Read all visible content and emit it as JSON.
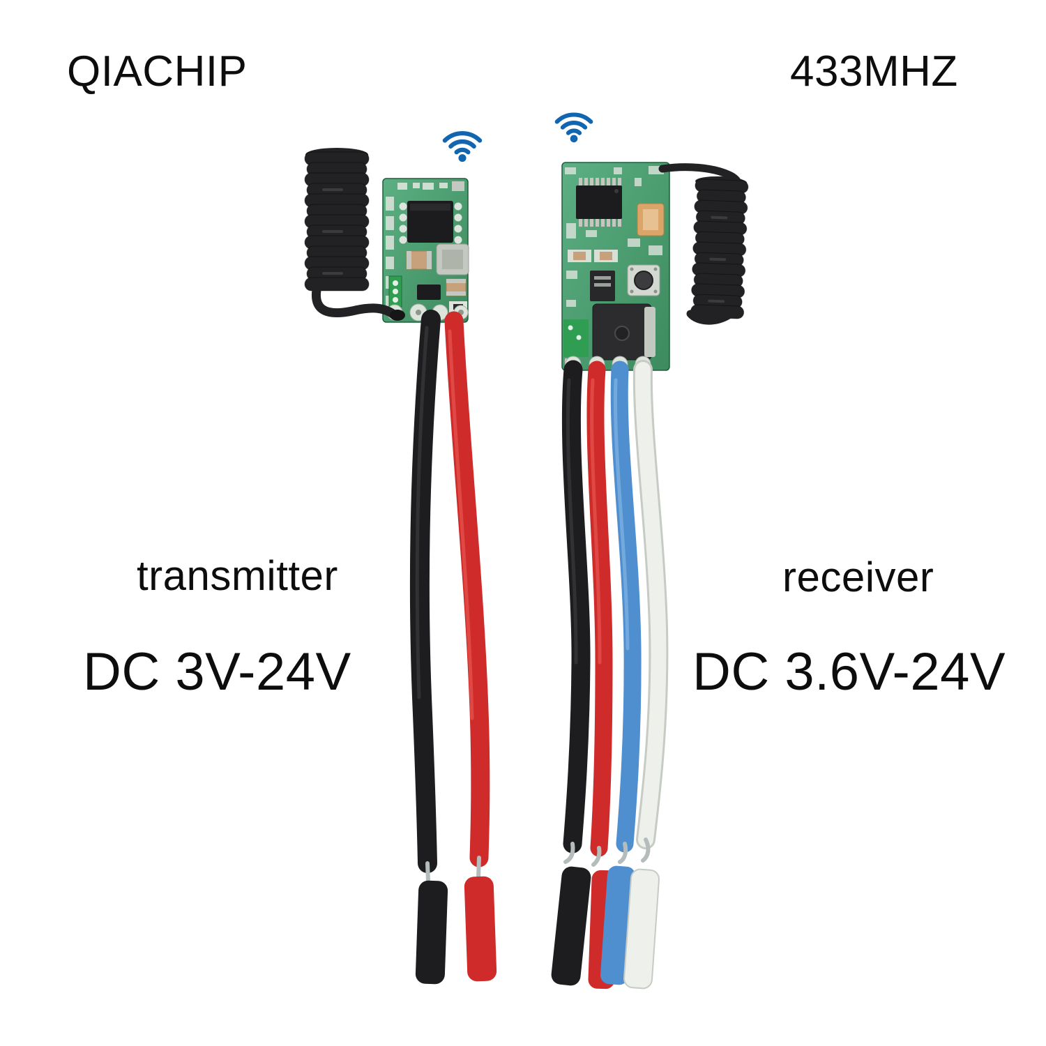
{
  "labels": {
    "brand": "QIACHIP",
    "frequency": "433MHZ",
    "transmitter": "transmitter",
    "transmitter_voltage": "DC 3V-24V",
    "receiver": "receiver",
    "receiver_voltage": "DC 3.6V-24V"
  },
  "icons": {
    "transmitter_signal": "wifi-signal-icon",
    "receiver_signal": "wifi-signal-icon"
  },
  "modules": {
    "transmitter": {
      "label": "transmitter",
      "voltage_range": "DC 3V-24V",
      "antenna": "coil-spring-antenna",
      "wire_colors": [
        "black",
        "red"
      ]
    },
    "receiver": {
      "label": "receiver",
      "voltage_range": "DC 3.6V-24V",
      "antenna": "coil-spring-antenna",
      "wire_colors": [
        "black",
        "red",
        "blue",
        "white"
      ]
    }
  },
  "colors": {
    "background": "#ffffff",
    "text": "#0d0d0d",
    "wifi_blue": "#1266b0",
    "pcb_green": "#5cb083",
    "pcb_green_dark": "#3c8a5e",
    "pcb_border": "#1e5e3c",
    "pcb_pad": "#dde4dc",
    "pad_ring": "#a9b2a8",
    "pad_hole": "#8d978d",
    "chip_black": "#1c1c1e",
    "wire_black": "#1d1d1f",
    "wire_black_sheen": "#3a3a3c",
    "wire_red": "#cf2b2b",
    "wire_red_sheen": "#e65550",
    "wire_blue": "#4f8fd0",
    "wire_blue_sheen": "#7fb1e0",
    "wire_white": "#eef0ec",
    "wire_white_edge": "#c6cbc3",
    "antenna_black": "#222224",
    "antenna_sheen": "#3b3b3d",
    "tin_silver": "#b5bcbc",
    "component_tan": "#c7a17b",
    "component_silver": "#c3c8c0",
    "led_orange": "#dba569",
    "connector_green": "#2f9e52"
  }
}
